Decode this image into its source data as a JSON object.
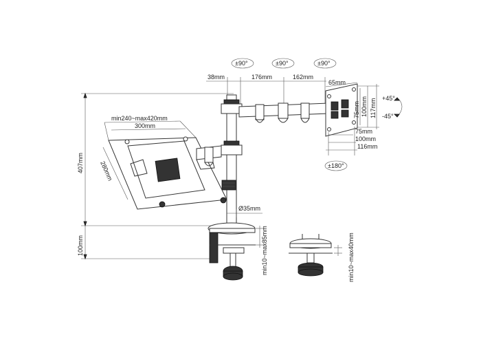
{
  "rotation_labels": {
    "tilt_1": "±90°",
    "tilt_2": "±90°",
    "tilt_3": "±90°",
    "rotate": "±180°"
  },
  "tilt_labels": {
    "up": "+45°",
    "down": "-45°"
  },
  "arm_dimensions": {
    "d1": "38mm",
    "d2": "176mm",
    "d3": "162mm"
  },
  "vesa": {
    "d65": "65mm",
    "d75v": "75mm",
    "d100v": "100mm",
    "d117v": "117mm",
    "d75h": "75mm",
    "d100h": "100mm",
    "d116h": "116mm"
  },
  "tray": {
    "width_range": "min240~max420mm",
    "width": "300mm",
    "depth": "280mm"
  },
  "pole": {
    "height": "407mm",
    "diameter": "Ø35mm"
  },
  "clamp": {
    "base_height": "100mm",
    "clamp_range": "min10~max85mm",
    "grommet_range": "min10~max40mm"
  }
}
